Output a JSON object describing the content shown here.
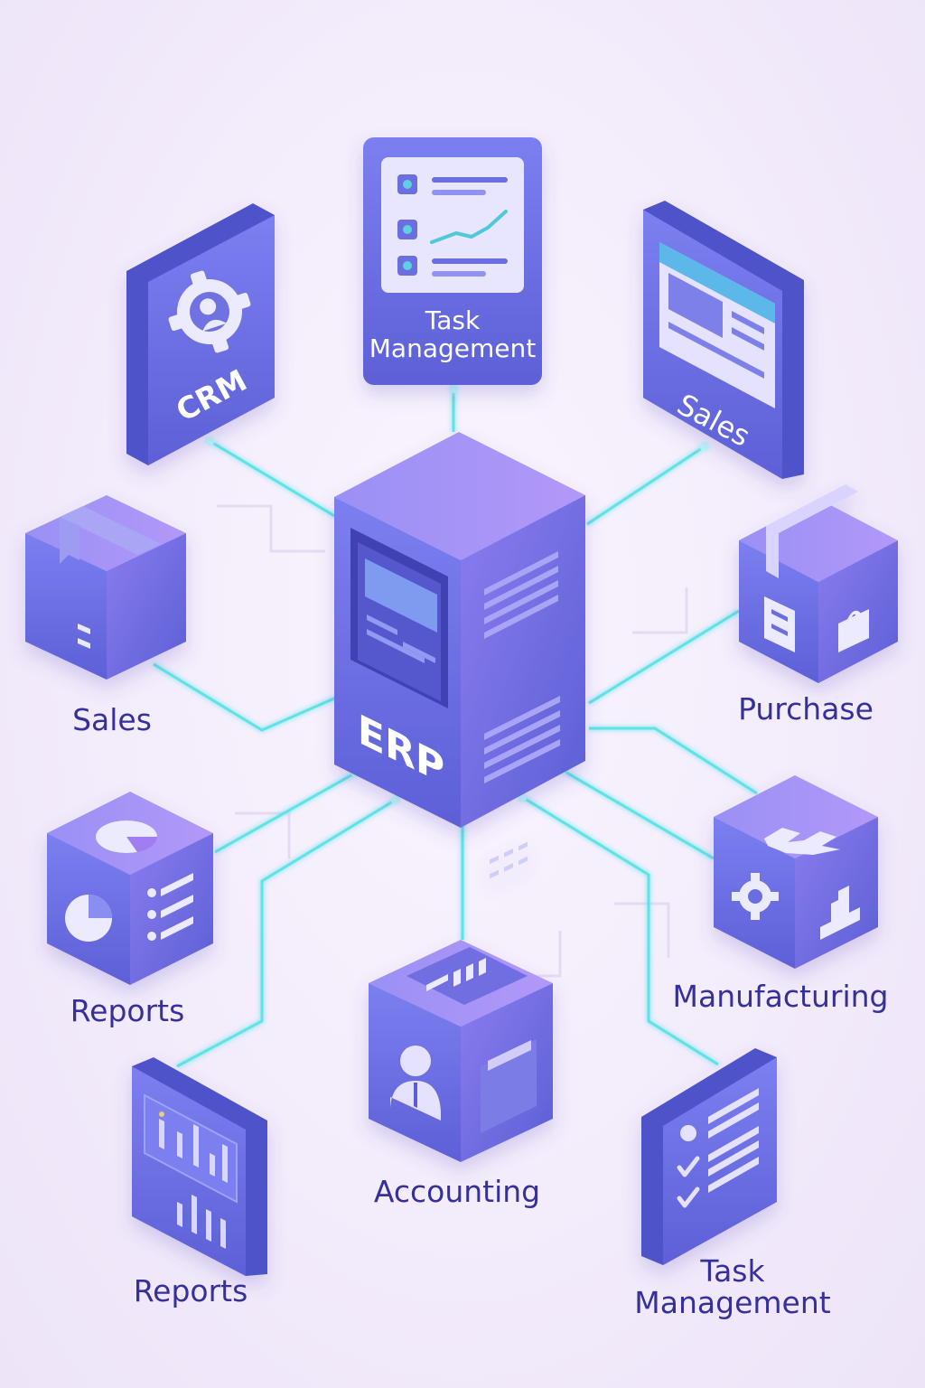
{
  "hub": {
    "label": "ERP"
  },
  "modules": [
    {
      "id": "crm",
      "label": "CRM",
      "icon": "user-gear-icon"
    },
    {
      "id": "task-top",
      "label_lines": [
        "Task",
        "Management"
      ],
      "icon": "checklist-chart-icon"
    },
    {
      "id": "sales-top",
      "label": "Sales",
      "icon": "browser-window-icon"
    },
    {
      "id": "sales-left",
      "label": "Sales",
      "icon": "package-box-icon"
    },
    {
      "id": "purchase",
      "label": "Purchase",
      "icon": "shopping-bag-box-icon"
    },
    {
      "id": "reports-left",
      "label": "Reports",
      "icon": "pie-chart-list-icon"
    },
    {
      "id": "manufacturing",
      "label": "Manufacturing",
      "icon": "factory-gear-icon"
    },
    {
      "id": "accounting",
      "label": "Accounting",
      "icon": "accountant-calculator-icon"
    },
    {
      "id": "reports-bottom",
      "label": "Reports",
      "icon": "bar-chart-icon"
    },
    {
      "id": "task-bottom",
      "label_lines": [
        "Task",
        "Management"
      ],
      "icon": "checklist-icon"
    }
  ],
  "colors": {
    "tile_front": "#6a6ee0",
    "tile_side": "#5459cf",
    "tile_top": "#8b8ff0",
    "accent_purple": "#a88cf5",
    "connector": "#5fe3e6",
    "label_text": "#35309a",
    "background": "#f5eefc"
  }
}
